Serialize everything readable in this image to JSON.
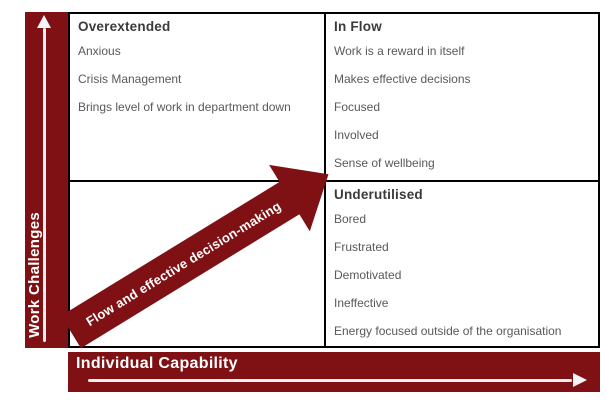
{
  "colors": {
    "accent": "#7F1114",
    "quadrant_title_text": "#3A3A3C",
    "quadrant_item_text": "#59595B",
    "matrix_border": "#000000",
    "axis_text": "#FFFFFF"
  },
  "y_axis": {
    "label": "Work Challenges"
  },
  "x_axis": {
    "label": "Individual Capability"
  },
  "diagonal_arrow": {
    "label": "Flow and effective decision-making"
  },
  "quadrants": [
    {
      "title": "Overextended",
      "items": [
        "Anxious",
        "Crisis Management",
        "Brings level of work in department down"
      ]
    },
    {
      "title": "In Flow",
      "items": [
        "Work is a reward in itself",
        "Makes effective decisions",
        "Focused",
        "Involved",
        "Sense of wellbeing"
      ]
    },
    {
      "title": "",
      "items": []
    },
    {
      "title": "Underutilised",
      "items": [
        "Bored",
        "Frustrated",
        "Demotivated",
        "Ineffective",
        "Energy focused outside of the organisation"
      ]
    }
  ]
}
